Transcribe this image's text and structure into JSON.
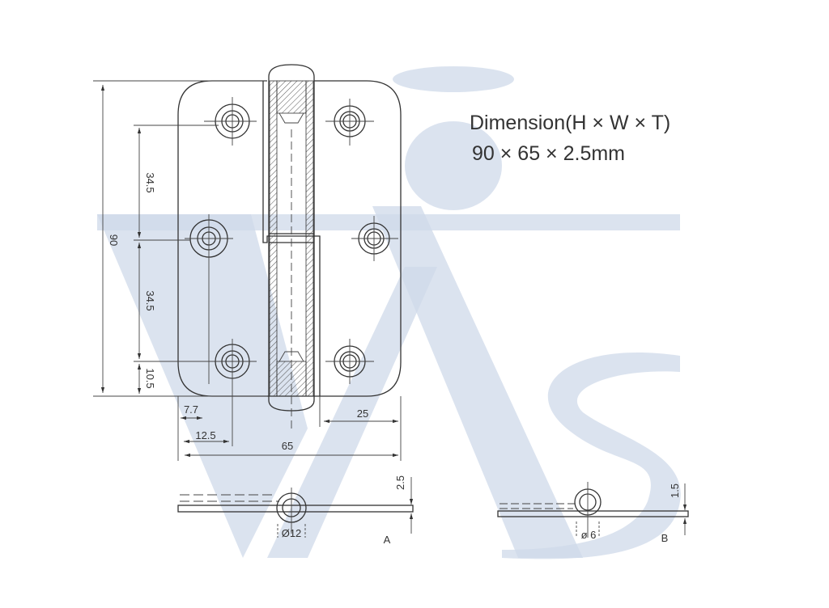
{
  "spec": {
    "title": "Dimension(H × W × T)",
    "value": "90 × 65 × 2.5mm"
  },
  "dimensions": {
    "height": "90",
    "hole_pitch_upper": "34.5",
    "hole_pitch_lower": "34.5",
    "bottom_offset": "10.5",
    "edge_offset_small": "7.7",
    "edge_offset_hole": "12.5",
    "width": "65",
    "leaf_width": "25"
  },
  "side_views": [
    {
      "label": "A",
      "diameter": "Ø12",
      "thickness": "2.5"
    },
    {
      "label": "B",
      "diameter": "ø 6",
      "thickness": "1.5"
    }
  ],
  "colors": {
    "line": "#333333",
    "watermark": "#cfd9ea"
  }
}
